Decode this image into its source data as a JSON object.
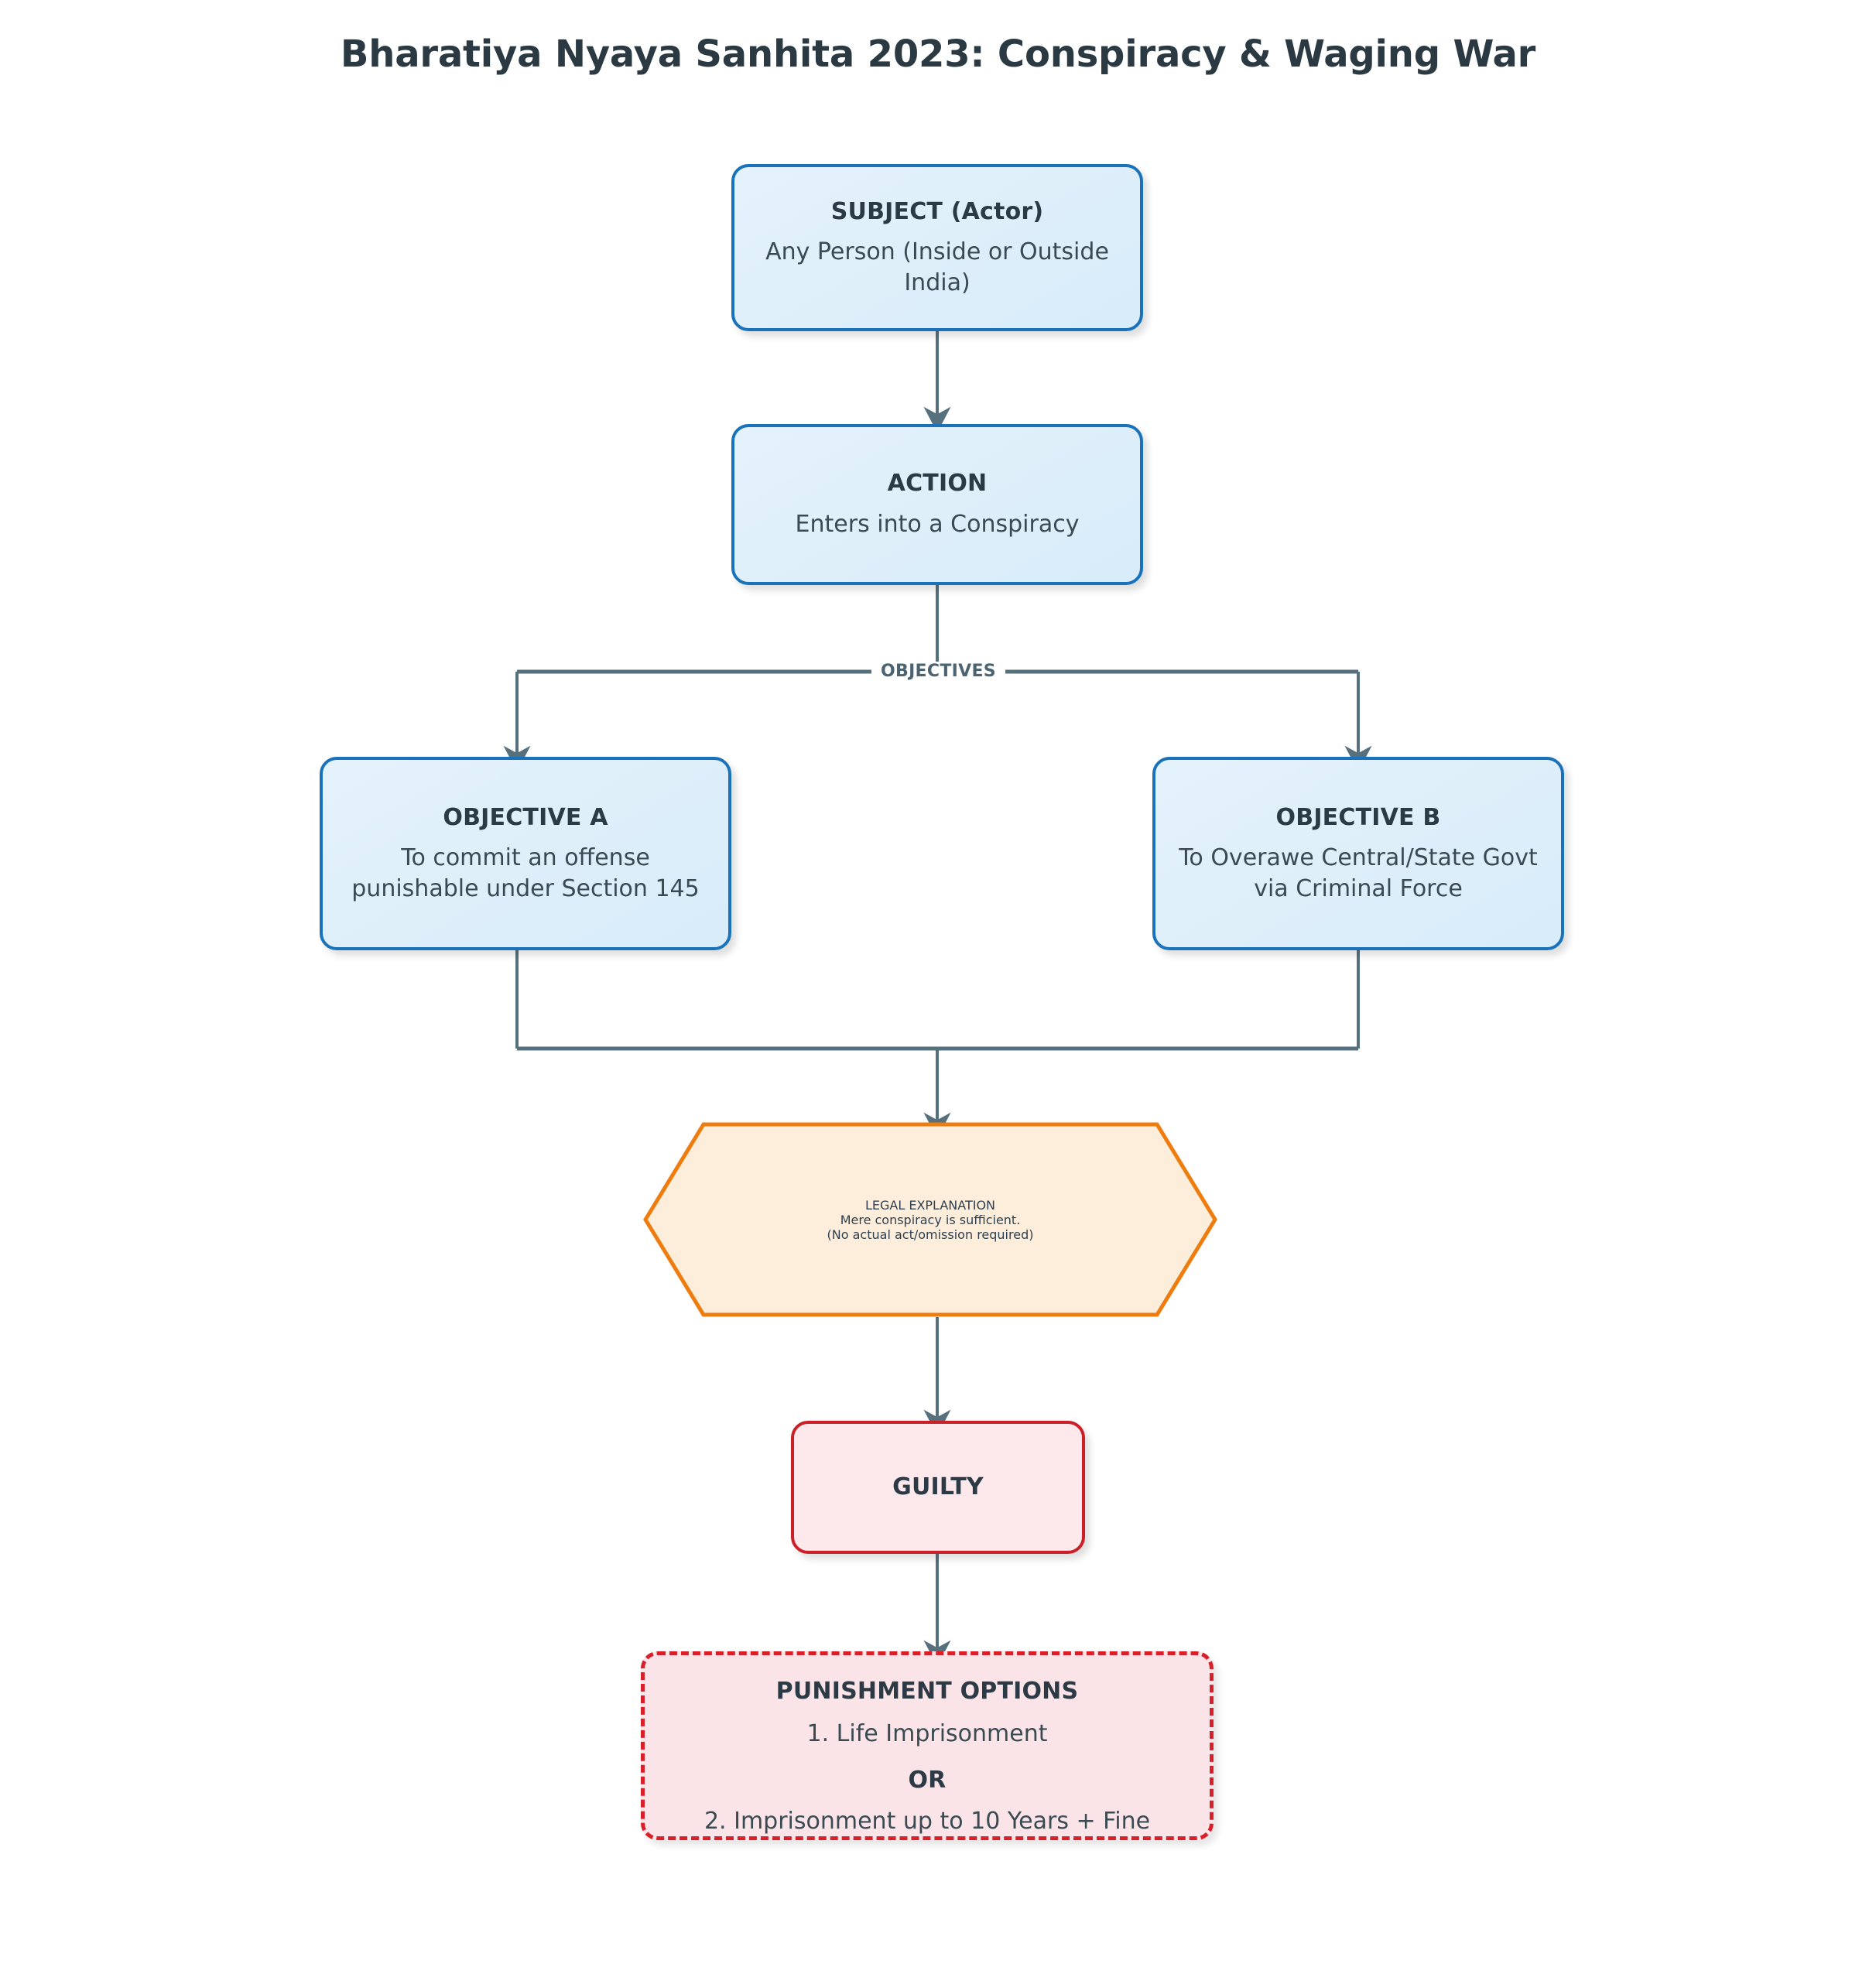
{
  "title": "Bharatiya Nyaya Sanhita 2023: Conspiracy & Waging War",
  "colors": {
    "node_blue_border": "#1a72ba",
    "node_blue_fill": "#ddeffb",
    "hex_border": "#ef7c0f",
    "hex_fill": "#fdeedb",
    "guilty_border": "#cc2029",
    "guilty_fill": "#fde9ec",
    "punishment_border": "#d81f2a",
    "punishment_fill": "#fbe4e7",
    "edge_line": "#57707e",
    "text_dark": "#2b3a45"
  },
  "nodes": {
    "subject": {
      "title": "SUBJECT (Actor)",
      "sub": "Any Person (Inside or Outside India)"
    },
    "action": {
      "title": "ACTION",
      "sub": "Enters into a Conspiracy"
    },
    "objective_a": {
      "title": "OBJECTIVE A",
      "sub_line1": "To commit an offense",
      "sub_line2": "punishable under Section 145"
    },
    "objective_b": {
      "title": "OBJECTIVE B",
      "sub_line1": "To Overawe Central/State Govt",
      "sub_line2": "via Criminal Force"
    },
    "legal_explanation": {
      "title": "LEGAL EXPLANATION",
      "sub_line1": "Mere conspiracy is sufficient.",
      "sub_line2": "(No actual act/omission required)"
    },
    "guilty": {
      "title": "GUILTY"
    },
    "punishment": {
      "title": "PUNISHMENT OPTIONS",
      "option1": "1. Life Imprisonment",
      "connector": "OR",
      "option2": "2. Imprisonment up to 10 Years + Fine"
    }
  },
  "edges": {
    "objectives_label": "OBJECTIVES"
  }
}
